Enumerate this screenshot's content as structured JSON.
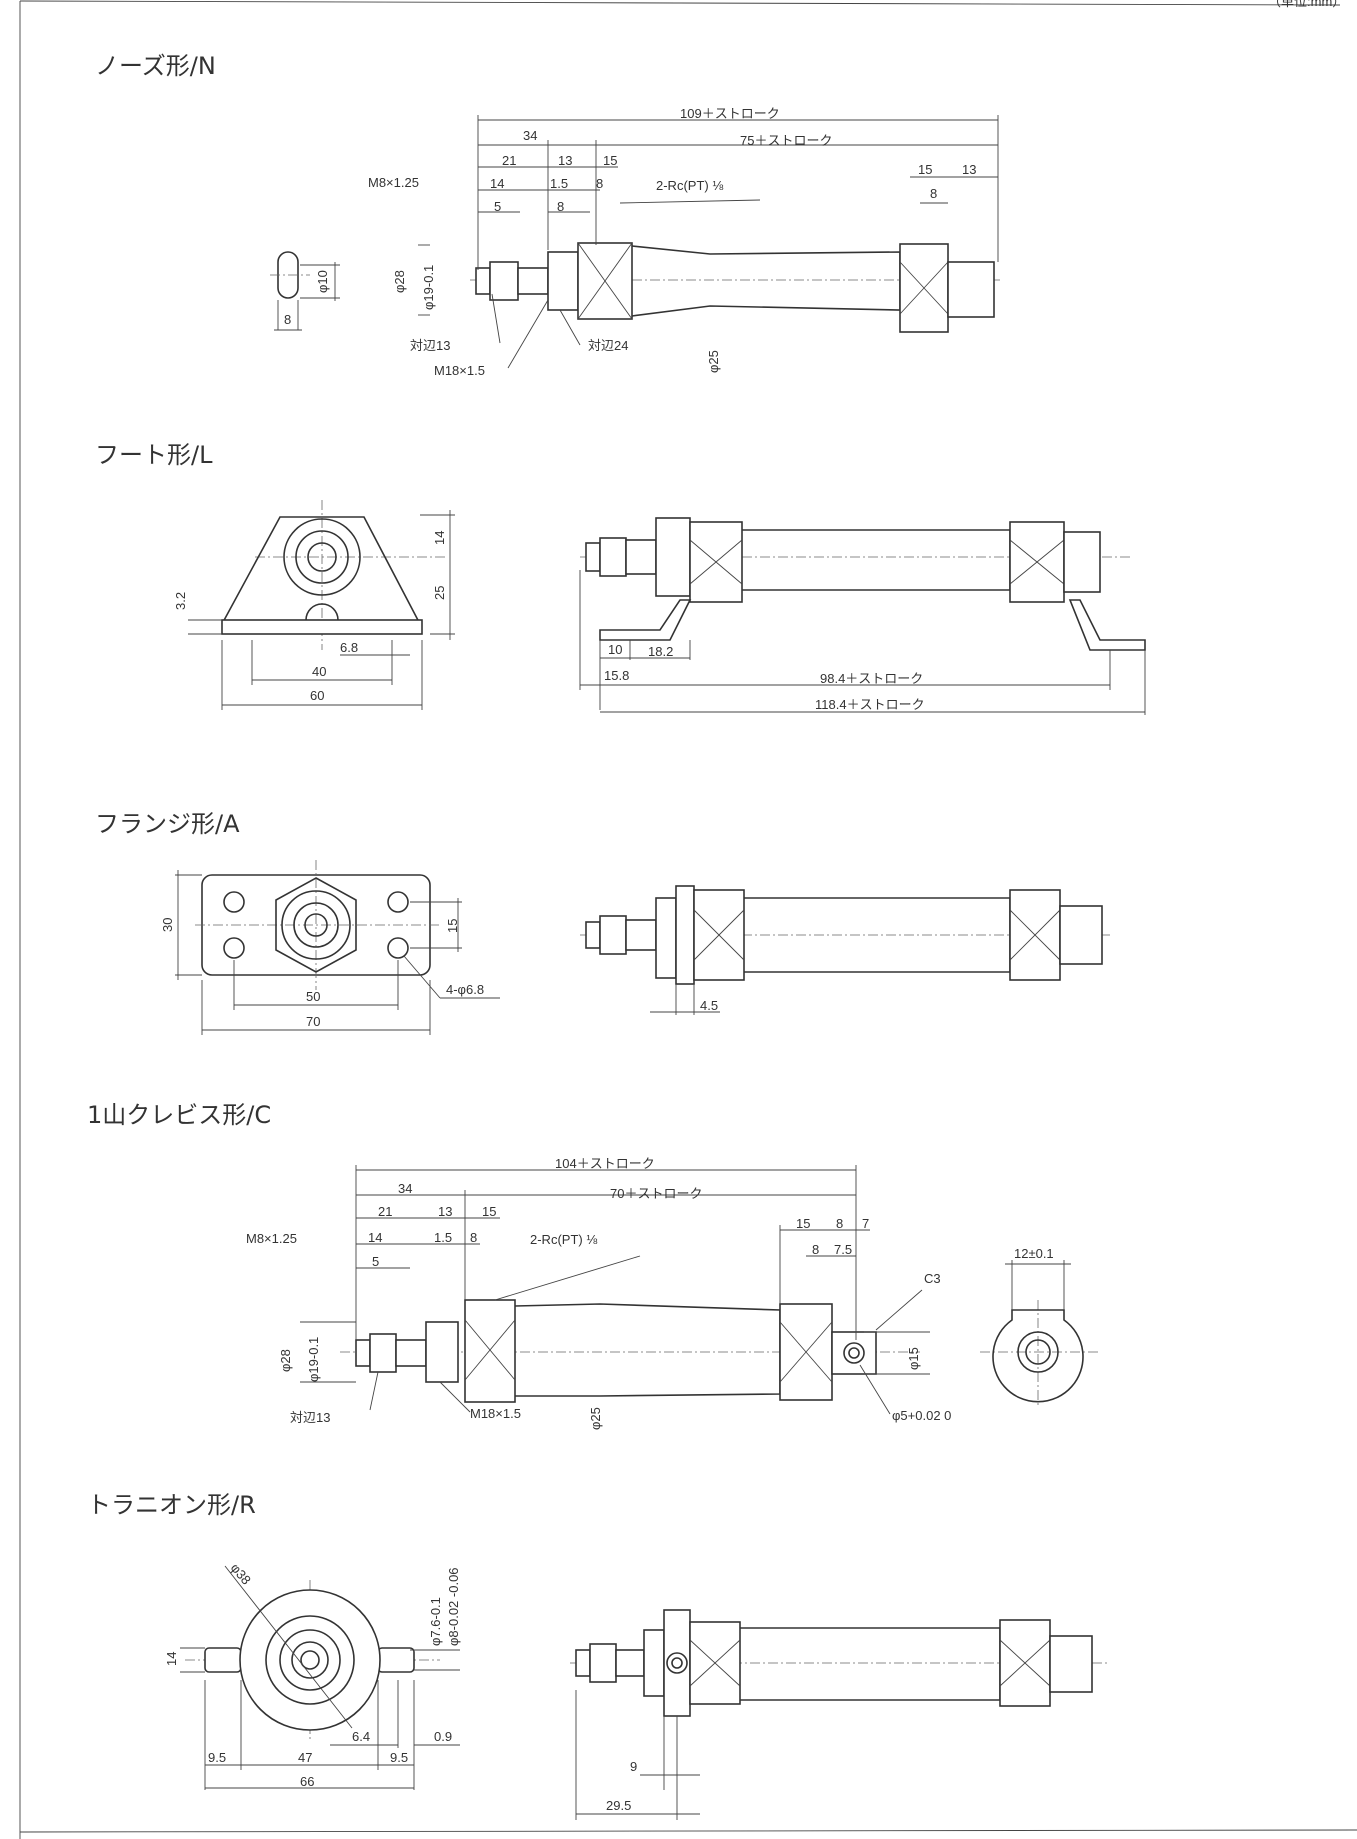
{
  "header": {
    "unit_label": "（単位:mm）"
  },
  "sections": [
    {
      "id": "N",
      "title": "ノーズ形/N",
      "dims": {
        "total": "109＋ストローク",
        "d34": "34",
        "stroke75": "75＋ストローク",
        "d21": "21",
        "d13": "13",
        "d15": "15",
        "d14": "14",
        "d1_5": "1.5",
        "d8a": "8",
        "d5": "5",
        "d8b": "8",
        "r15": "15",
        "r13": "13",
        "r8": "8",
        "thread1": "M8×1.25",
        "port": "2-Rc(PT) ⅛",
        "phi28": "φ28",
        "phi19": "φ19-0.1",
        "across13": "対辺13",
        "across24": "対辺24",
        "thread2": "M18×1.5",
        "phi25": "φ25",
        "phi10": "φ10",
        "w8": "8"
      }
    },
    {
      "id": "L",
      "title": "フート形/L",
      "dims": {
        "d14": "14",
        "d25": "25",
        "d3_2": "3.2",
        "d6_8": "6.8",
        "d40": "40",
        "d60": "60",
        "d10": "10",
        "d18_2": "18.2",
        "d15_8": "15.8",
        "len98": "98.4＋ストローク",
        "len118": "118.4＋ストローク"
      }
    },
    {
      "id": "A",
      "title": "フランジ形/A",
      "dims": {
        "d30": "30",
        "d15": "15",
        "d50": "50",
        "d70": "70",
        "holes": "4-φ6.8",
        "d4_5": "4.5"
      }
    },
    {
      "id": "C",
      "title": "1山クレビス形/C",
      "dims": {
        "total": "104＋ストローク",
        "d34": "34",
        "stroke70": "70＋ストローク",
        "d21": "21",
        "d13": "13",
        "d15": "15",
        "d14": "14",
        "d1_5": "1.5",
        "d8": "8",
        "d5": "5",
        "thread1": "M8×1.25",
        "port": "2-Rc(PT) ⅛",
        "r15": "15",
        "r8a": "8",
        "r7": "7",
        "r8b": "8",
        "r7_5": "7.5",
        "c3": "C3",
        "w12": "12±0.1",
        "phi15": "φ15",
        "phi28": "φ28",
        "phi19": "φ19-0.1",
        "across13": "対辺13",
        "thread2": "M18×1.5",
        "phi25": "φ25",
        "pin": "φ5+0.02 0"
      }
    },
    {
      "id": "R",
      "title": "トラニオン形/R",
      "dims": {
        "phi38": "φ38",
        "d14": "14",
        "phi7_6": "φ7.6-0.1",
        "phi8": "φ8-0.02 -0.06",
        "d6_4": "6.4",
        "d0_9": "0.9",
        "d9_5a": "9.5",
        "d47": "47",
        "d9_5b": "9.5",
        "d66": "66",
        "d9": "9",
        "d29_5": "29.5"
      }
    }
  ]
}
